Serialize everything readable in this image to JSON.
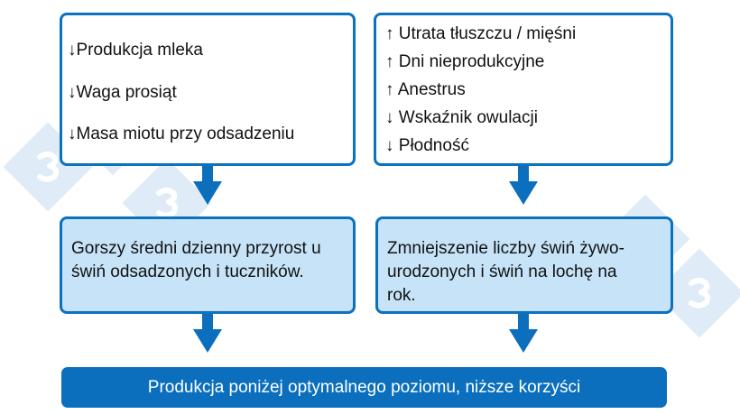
{
  "watermark": {
    "logo_text": "3",
    "color": "#dcebf7"
  },
  "colors": {
    "accent": "#0b6fbe",
    "light_fill": "#c6e3f8"
  },
  "left_top_box": {
    "items": [
      "↓Produkcja mleka",
      "↓Waga prosiąt",
      "↓Masa miotu przy odsadzeniu"
    ]
  },
  "right_top_box": {
    "items": [
      "↑ Utrata tłuszczu / mięśni",
      "↑ Dni nieprodukcyjne",
      "↑ Anestrus",
      "↓ Wskaźnik owulacji",
      "↓ Płodność"
    ]
  },
  "left_mid_box": {
    "text": "Gorszy średni dzienny przyrost u świń odsadzonych i tuczników."
  },
  "right_mid_box": {
    "text": "Zmniejszenie liczby świń żywo-urodzonych i świń na lochę na rok."
  },
  "bottom_box": {
    "text": "Produkcja poniżej optymalnego poziomu, niższe korzyści"
  }
}
